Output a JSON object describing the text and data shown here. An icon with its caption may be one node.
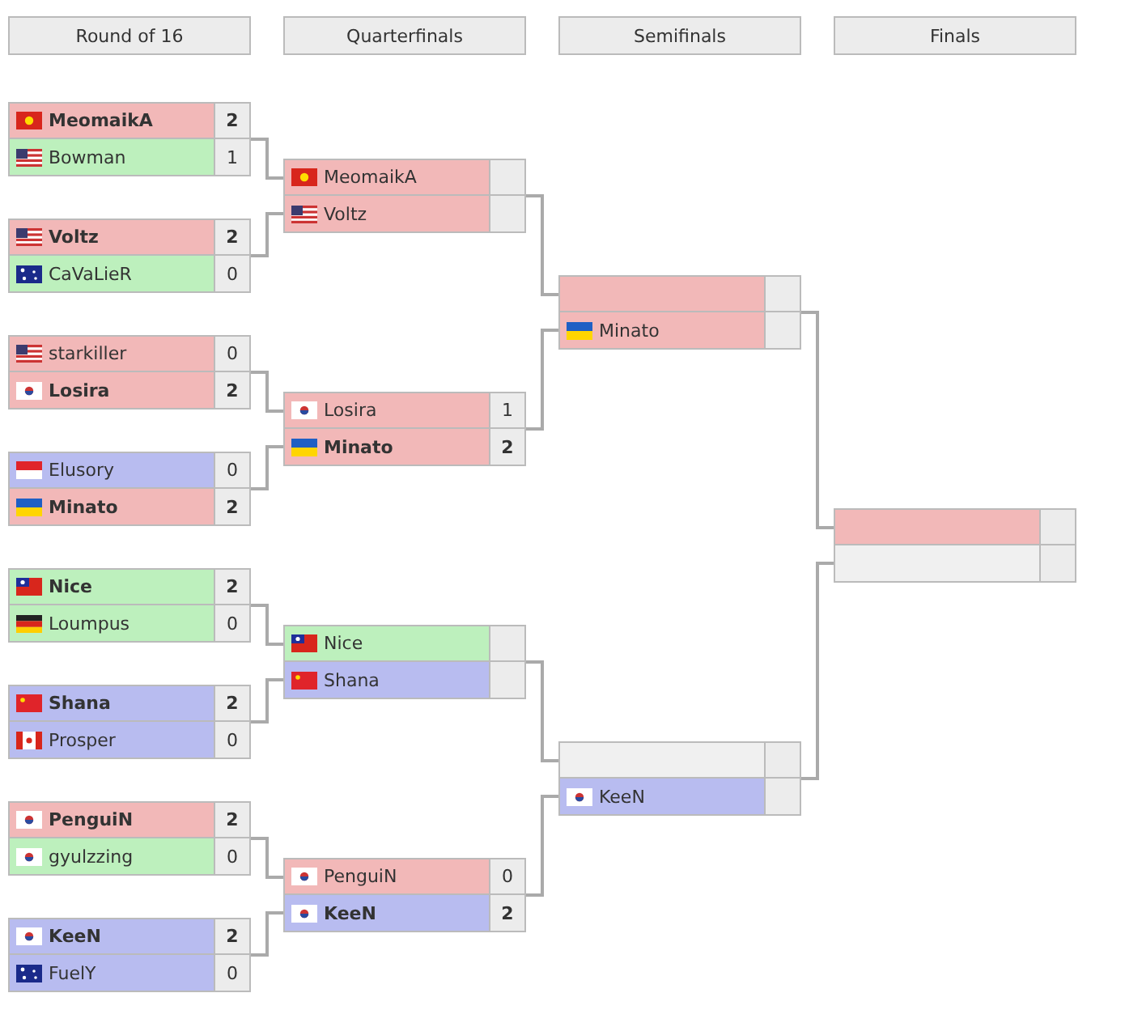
{
  "diagram": {
    "nodes": [
      {
        "text": [
          "Round of 16"
        ]
      },
      {
        "text": [
          "Quarterfinals"
        ]
      },
      {
        "text": [
          "Semifinals"
        ]
      },
      {
        "text": [
          "Finals"
        ]
      },
      {
        "text": [],
        "shape": "box"
      },
      {
        "text": [
          "MeomaikA",
          "2"
        ],
        "in": 4
      },
      {
        "text": [
          "Bowman",
          "1"
        ],
        "in": 4
      },
      {
        "text": [],
        "shape": "box"
      },
      {
        "text": [
          "Voltz",
          "2"
        ],
        "in": 7
      },
      {
        "text": [
          "CaVaLieR",
          "0"
        ],
        "in": 7
      },
      {
        "text": [],
        "shape": "box"
      },
      {
        "text": [
          "starkiller",
          "0"
        ],
        "in": 10
      },
      {
        "text": [
          "Losira",
          "2"
        ],
        "in": 10
      },
      {
        "text": [],
        "shape": "box"
      },
      {
        "text": [
          "Elusory",
          "0"
        ],
        "in": 13
      },
      {
        "text": [
          "Minato",
          "2"
        ],
        "in": 13
      },
      {
        "text": [],
        "shape": "box"
      },
      {
        "text": [
          "Nice",
          "2"
        ],
        "in": 16
      },
      {
        "text": [
          "Loumpus",
          "0"
        ],
        "in": 16
      },
      {
        "text": [],
        "shape": "box"
      },
      {
        "text": [
          "Shana",
          "2"
        ],
        "in": 19
      },
      {
        "text": [
          "Prosper",
          "0"
        ],
        "in": 19
      },
      {
        "text": [],
        "shape": "box"
      },
      {
        "text": [
          "PenguiN",
          "2"
        ],
        "in": 22
      },
      {
        "text": [
          "gyulzzing",
          "0"
        ],
        "in": 22
      },
      {
        "text": [],
        "shape": "box"
      },
      {
        "text": [
          "KeeN",
          "2"
        ],
        "in": 25
      },
      {
        "text": [
          "FuelY",
          "0"
        ],
        "in": 25
      },
      {
        "text": [],
        "shape": "box"
      },
      {
        "text": [
          "MeomaikA"
        ],
        "in": 28
      },
      {
        "text": [
          "Voltz"
        ],
        "in": 28
      },
      {
        "text": [],
        "shape": "box"
      },
      {
        "text": [
          "Losira",
          "1"
        ],
        "in": 31
      },
      {
        "text": [
          "Minato",
          "2"
        ],
        "in": 31
      },
      {
        "text": [],
        "shape": "box"
      },
      {
        "text": [
          "Nice"
        ],
        "in": 34
      },
      {
        "text": [
          "Shana"
        ],
        "in": 34
      },
      {
        "text": [],
        "shape": "box"
      },
      {
        "text": [
          "PenguiN",
          "0"
        ],
        "in": 37
      },
      {
        "text": [
          "KeeN",
          "2"
        ],
        "in": 37
      },
      {
        "text": [],
        "shape": "box"
      },
      {
        "text": [],
        "shape": "box",
        "in": 40
      },
      {
        "text": [
          "Minato"
        ],
        "in": 40
      },
      {
        "text": [],
        "shape": "box"
      },
      {
        "text": [],
        "shape": "box",
        "in": 43
      },
      {
        "text": [
          "KeeN"
        ],
        "in": 43
      },
      {
        "text": [],
        "shape": "box"
      },
      {
        "text": [],
        "shape": "box",
        "in": 46
      },
      {
        "text": [],
        "shape": "box",
        "in": 46
      }
    ],
    "edges": [
      {
        "from": 4,
        "to": 29,
        "arrow": "none"
      },
      {
        "from": 7,
        "to": 30,
        "arrow": "none"
      },
      {
        "from": 10,
        "to": 32,
        "arrow": "none"
      },
      {
        "from": 13,
        "to": 33,
        "arrow": "none"
      },
      {
        "from": 16,
        "to": 35,
        "arrow": "none"
      },
      {
        "from": 19,
        "to": 36,
        "arrow": "none"
      },
      {
        "from": 22,
        "to": 38,
        "arrow": "none"
      },
      {
        "from": 25,
        "to": 39,
        "arrow": "none"
      },
      {
        "from": 28,
        "to": 41,
        "arrow": "none"
      },
      {
        "from": 31,
        "to": 42,
        "arrow": "none"
      },
      {
        "from": 34,
        "to": 44,
        "arrow": "none"
      },
      {
        "from": 37,
        "to": 45,
        "arrow": "none"
      },
      {
        "from": 40,
        "to": 47,
        "arrow": "none"
      },
      {
        "from": 43,
        "to": 48,
        "arrow": "none"
      }
    ]
  }
}
